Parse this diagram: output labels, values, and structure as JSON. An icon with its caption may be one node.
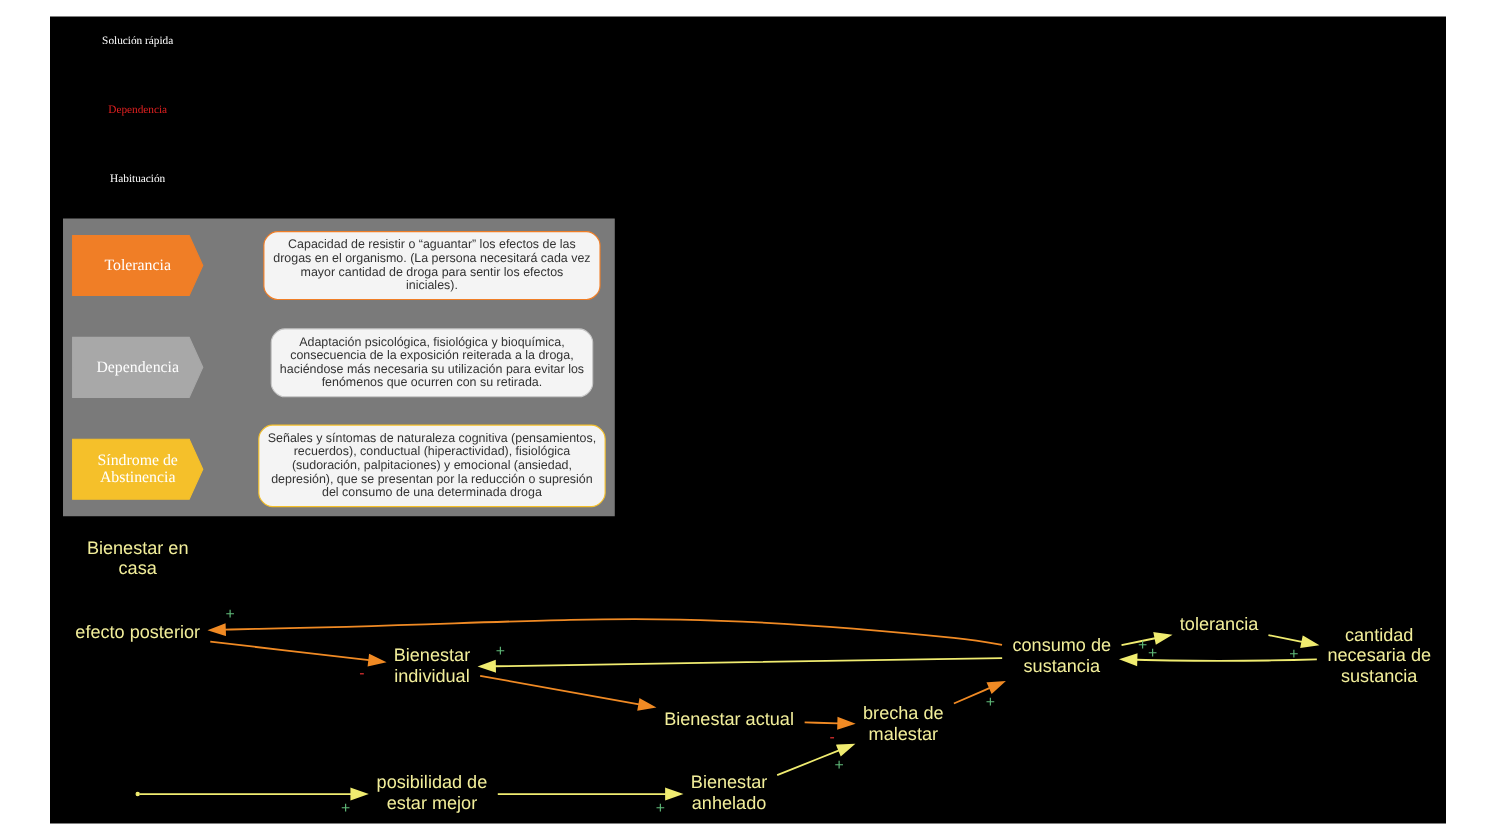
{
  "diagram": {
    "nodes": [
      {
        "text": [
          "efecto posterior"
        ]
      },
      {
        "text": [
          "tolerancia"
        ]
      },
      {
        "text": [
          "consumo de sustancia"
        ]
      },
      {
        "text": [
          "Bienestar individual"
        ]
      },
      {
        "text": [
          "cantidad necesaria de sustancia"
        ]
      },
      {
        "text": [
          "brecha de malestar"
        ]
      },
      {
        "text": [
          "Bienestar anhelado"
        ]
      },
      {
        "text": [
          "Bienestar actual"
        ]
      },
      {
        "text": [
          "Bienestar en casa"
        ]
      },
      {
        "text": [
          "posibilidad de estar mejor"
        ]
      },
      {
        "text": [],
        "shape": "box"
      },
      {
        "text": [
          "Tolerancia"
        ],
        "in": 10
      },
      {
        "text": [
          "Capacidad de resistir o “aguantar” los efectos de las drogas en el organismo. (La persona necesitará cada vez mayor cantidad de droga para sentir los efectos iniciales)."
        ],
        "in": 10
      },
      {
        "text": [
          "Dependencia"
        ],
        "in": 10
      },
      {
        "text": [
          "Adaptación psicológica, fisiológica y bioquímica, consecuencia de la exposición reiterada a la droga, haciéndose más necesaria su utilización para evitar los fenómenos que ocurren con su retirada."
        ],
        "in": 10
      },
      {
        "text": [
          "Síndrome de Abstinencia"
        ],
        "in": 10
      },
      {
        "text": [
          "Señales y síntomas de naturaleza cognitiva (pensamientos, recuerdos), conductual (hiperactividad), fisiológica (sudoración, palpitaciones) y emocional (ansiedad, depresión), que se presentan por la reducción o supresión del consumo de una determinada droga"
        ],
        "in": 10
      }
    ],
    "edges": [
      {
        "from": 2,
        "to": 1,
        "arrow": "to",
        "label": "+"
      },
      {
        "from": 1,
        "to": 4,
        "arrow": "to",
        "label": "+"
      },
      {
        "from": 4,
        "to": 2,
        "arrow": "to",
        "label": "+"
      },
      {
        "from": 2,
        "to": 0,
        "arrow": "to",
        "label": "+",
        "color": "#f08a24"
      },
      {
        "from": 0,
        "to": 3,
        "arrow": "to",
        "label": "-",
        "color": "#f08a24"
      },
      {
        "from": 2,
        "to": 3,
        "arrow": "to",
        "label": "+"
      },
      {
        "from": 5,
        "to": 2,
        "arrow": "to",
        "label": "+",
        "color": "#f08a24"
      },
      {
        "from": 3,
        "to": 7,
        "arrow": "to",
        "color": "#f08a24"
      },
      {
        "from": 7,
        "to": 5,
        "arrow": "to",
        "label": "-",
        "color": "#f08a24"
      },
      {
        "from": 6,
        "to": 5,
        "arrow": "to",
        "label": "+"
      },
      {
        "from": 9,
        "to": 6,
        "arrow": "to",
        "label": "+"
      },
      {
        "from": null,
        "to": 9,
        "arrow": "to",
        "label": "+"
      }
    ],
    "labels": [
      "Habituación",
      "Dependencia",
      "Solución rápida"
    ]
  }
}
